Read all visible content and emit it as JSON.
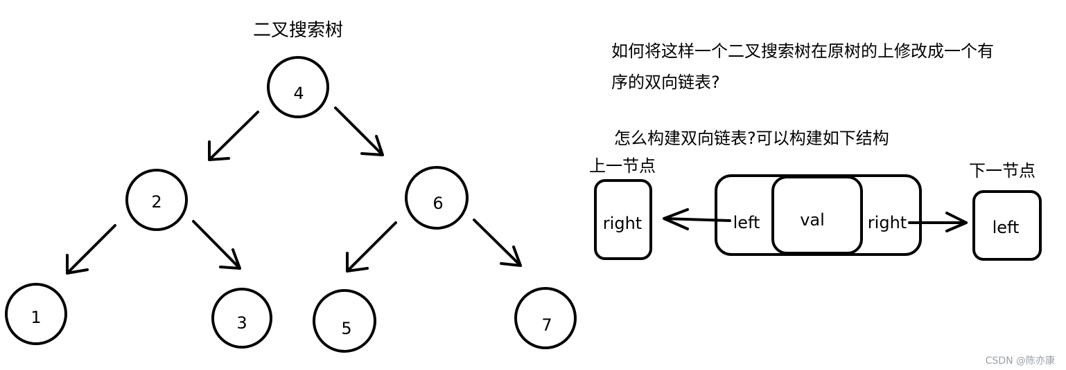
{
  "tree": {
    "title": "二叉搜索树",
    "nodes": [
      "4",
      "2",
      "6",
      "1",
      "3",
      "5",
      "7"
    ]
  },
  "question": {
    "line1": "如何将这样一个二叉搜索树在原树的上修改成一个有",
    "line2": "序的双向链表?",
    "line3": "怎么构建双向链表?可以构建如下结构"
  },
  "structure": {
    "prev_label": "上一节点",
    "next_label": "下一节点",
    "prev_box": "right",
    "node_left": "left",
    "node_val": "val",
    "node_right": "right",
    "next_box": "left"
  },
  "watermark": "CSDN @陈亦康"
}
